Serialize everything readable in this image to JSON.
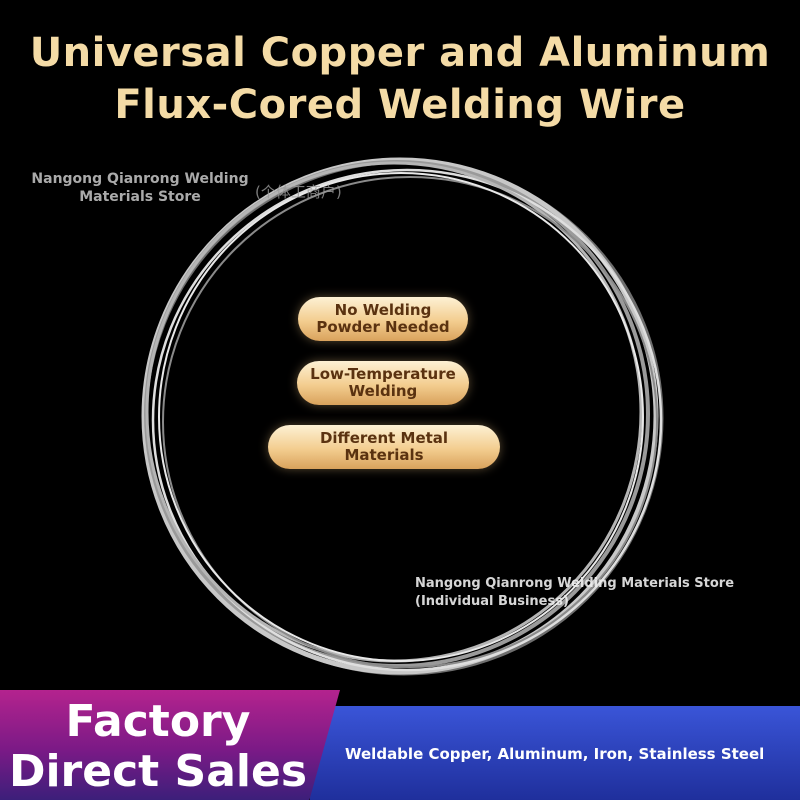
{
  "title": {
    "line1": "Universal Copper and Aluminum",
    "line2": "Flux-Cored Welding Wire"
  },
  "watermarks": {
    "top_left_line1": "Nangong Qianrong Welding",
    "top_left_line2": "Materials Store",
    "top_left_cn": "(个体工商户)",
    "lower_line1": "Nangong Qianrong Welding Materials Store",
    "lower_line2": "(Individual Business)"
  },
  "features": [
    {
      "line1": "No Welding",
      "line2": "Powder Needed"
    },
    {
      "line1": "Low-Temperature",
      "line2": "Welding"
    },
    {
      "line1": "Different Metal",
      "line2": "Materials"
    }
  ],
  "banner": {
    "line1": "Factory",
    "line2": "Direct Sales",
    "tagline": "Weldable Copper, Aluminum, Iron, Stainless Steel"
  },
  "colors": {
    "title_gold": "#f4dba6",
    "pill_gold": "#f3cd8f",
    "pill_text": "#5a3210",
    "banner_magenta": "#b4238e",
    "banner_blue": "#2a3fbf",
    "background": "#000000"
  }
}
